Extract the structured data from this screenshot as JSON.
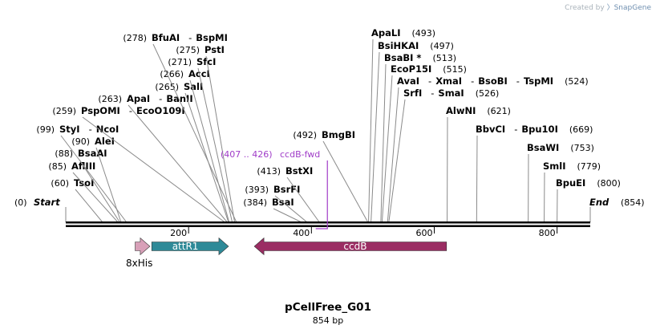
{
  "credit": {
    "prefix": "Created by",
    "brand": "SnapGene"
  },
  "plasmid": {
    "name": "pCellFree_G01",
    "length_label": "854 bp"
  },
  "sequence": {
    "length": 854,
    "start_label": "Start",
    "end_label": "End",
    "start_pos": "(0)",
    "end_pos": "(854)"
  },
  "ruler_ticks": [
    200,
    400,
    600,
    800
  ],
  "colors": {
    "site": "#000000",
    "line": "#8a8a8a",
    "primer": "#a03cc8",
    "attr1": "#2e8a98",
    "ccdb": "#9b2d63",
    "his": "#d8a0b8"
  },
  "sites": [
    {
      "pos": 60,
      "posLabel": "(60)",
      "names": [
        "TsoI"
      ]
    },
    {
      "pos": 85,
      "posLabel": "(85)",
      "names": [
        "AflIII"
      ]
    },
    {
      "pos": 88,
      "posLabel": "(88)",
      "names": [
        "BsaAI"
      ]
    },
    {
      "pos": 90,
      "posLabel": "(90)",
      "names": [
        "AleI"
      ]
    },
    {
      "pos": 99,
      "posLabel": "(99)",
      "names": [
        "StyI",
        "NcoI"
      ]
    },
    {
      "pos": 259,
      "posLabel": "(259)",
      "names": [
        "PspOMI",
        "EcoO109I"
      ]
    },
    {
      "pos": 263,
      "posLabel": "(263)",
      "names": [
        "ApaI",
        "BanII"
      ]
    },
    {
      "pos": 265,
      "posLabel": "(265)",
      "names": [
        "SalI"
      ]
    },
    {
      "pos": 266,
      "posLabel": "(266)",
      "names": [
        "AccI"
      ]
    },
    {
      "pos": 271,
      "posLabel": "(271)",
      "names": [
        "SfcI"
      ]
    },
    {
      "pos": 275,
      "posLabel": "(275)",
      "names": [
        "PstI"
      ]
    },
    {
      "pos": 278,
      "posLabel": "(278)",
      "names": [
        "BfuAI",
        "BspMI"
      ]
    },
    {
      "pos": 384,
      "posLabel": "(384)",
      "names": [
        "BsaI"
      ]
    },
    {
      "pos": 393,
      "posLabel": "(393)",
      "names": [
        "BsrFI"
      ]
    },
    {
      "pos": 413,
      "posLabel": "(413)",
      "names": [
        "BstXI"
      ]
    },
    {
      "pos": 492,
      "posLabel": "(492)",
      "names": [
        "BmgBI"
      ]
    },
    {
      "pos": 493,
      "posLabel": "(493)",
      "names": [
        "ApaLI"
      ]
    },
    {
      "pos": 497,
      "posLabel": "(497)",
      "names": [
        "BsiHKAI"
      ]
    },
    {
      "pos": 513,
      "posLabel": "(513)",
      "names": [
        "BsaBI *"
      ]
    },
    {
      "pos": 515,
      "posLabel": "(515)",
      "names": [
        "EcoP15I"
      ]
    },
    {
      "pos": 524,
      "posLabel": "(524)",
      "names": [
        "AvaI",
        "XmaI",
        "BsoBI",
        "TspMI"
      ]
    },
    {
      "pos": 526,
      "posLabel": "(526)",
      "names": [
        "SrfI",
        "SmaI"
      ]
    },
    {
      "pos": 621,
      "posLabel": "(621)",
      "names": [
        "AlwNI"
      ]
    },
    {
      "pos": 669,
      "posLabel": "(669)",
      "names": [
        "BbvCI",
        "Bpu10I"
      ]
    },
    {
      "pos": 753,
      "posLabel": "(753)",
      "names": [
        "BsaWI"
      ]
    },
    {
      "pos": 779,
      "posLabel": "(779)",
      "names": [
        "SmlI"
      ]
    },
    {
      "pos": 800,
      "posLabel": "(800)",
      "names": [
        "BpuEI"
      ]
    }
  ],
  "primer": {
    "name": "ccdB-fwd",
    "range_label": "(407 .. 426)",
    "start": 407,
    "end": 426
  },
  "features": [
    {
      "name": "8xHis",
      "start": 113,
      "end": 137,
      "direction": "forward",
      "label_below": true
    },
    {
      "name": "attR1",
      "start": 140,
      "end": 265,
      "direction": "forward",
      "label_below": false
    },
    {
      "name": "ccdB",
      "start": 307,
      "end": 620,
      "direction": "reverse",
      "label_below": false
    }
  ]
}
